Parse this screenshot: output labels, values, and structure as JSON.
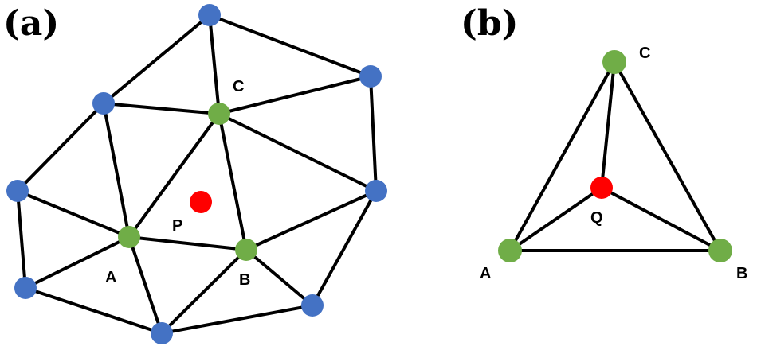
{
  "panels": [
    {
      "label": "(a)",
      "node_labels": {
        "C": "C",
        "P": "P",
        "A": "A",
        "B": "B"
      }
    },
    {
      "label": "(b)",
      "node_labels": {
        "C": "C",
        "Q": "Q",
        "A": "A",
        "B": "B"
      }
    }
  ],
  "colors": {
    "mesh_vertex": "#4472c4",
    "triangle_vertex": "#70ad47",
    "query_point": "#ff0000",
    "edge": "#000000",
    "background": "#ffffff"
  }
}
